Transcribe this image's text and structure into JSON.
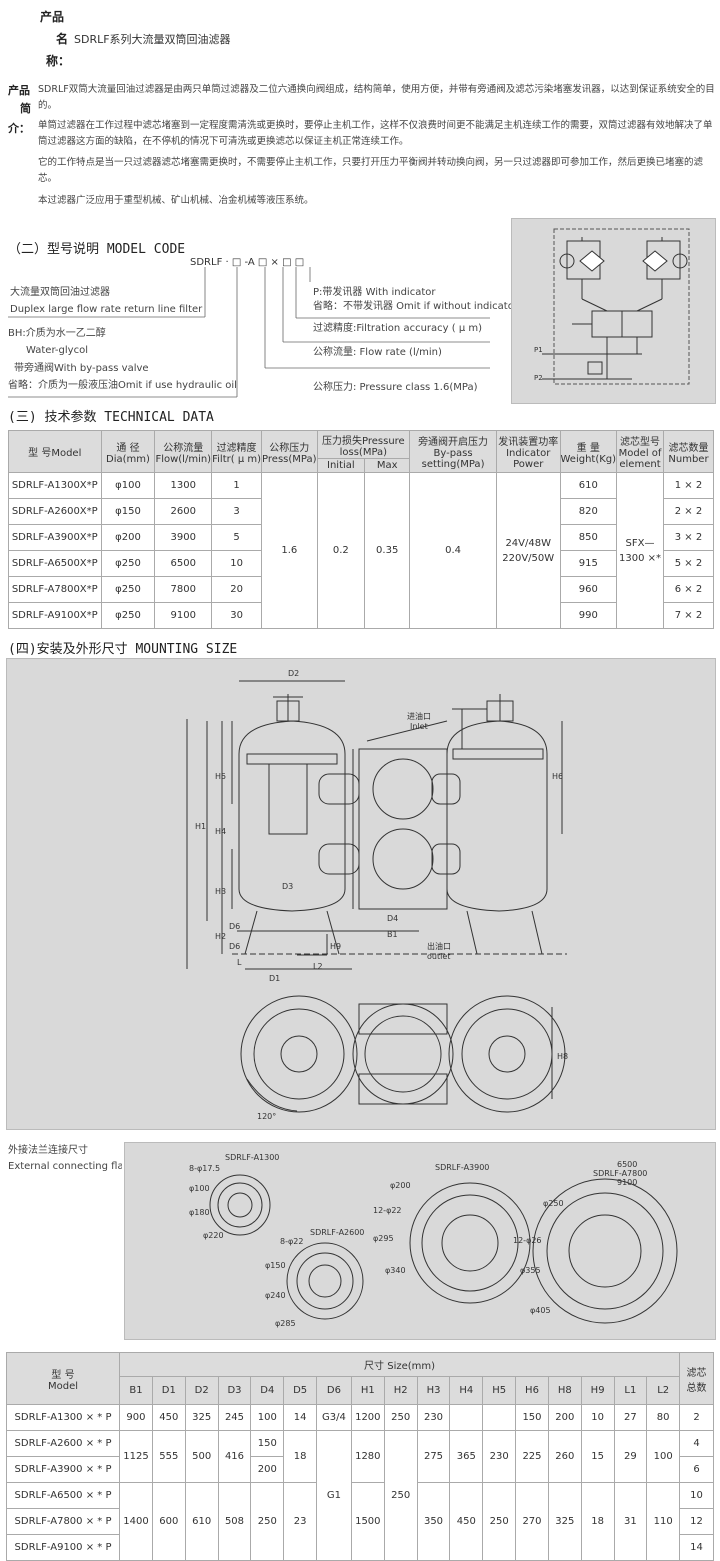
{
  "product": {
    "name_label_1": "产品",
    "name_label_2": "名",
    "name_label_3": "称：",
    "name_value": "SDRLF系列大流量双筒回油滤器",
    "intro_label_1": "产品",
    "intro_label_2": "简",
    "intro_label_3": "介：",
    "intro_paragraphs": [
      "SDRLF双筒大流量回油过滤器是由两只单筒过滤器及二位六通换向阀组成，结构简单，使用方便，并带有旁通阀及滤芯污染堵塞发讯器，以达到保证系统安全的目的。",
      "单筒过滤器在工作过程中滤芯堵塞到一定程度需清洗或更换时，要停止主机工作，这样不仅浪费时间更不能满足主机连续工作的需要，双筒过滤器有效地解决了单筒过滤器这方面的缺陷，在不停机的情况下可清洗或更换滤芯以保证主机正常连续工作。",
      "它的工作特点是当一只过滤器滤芯堵塞需更换时，不需要停止主机工作，只要打开压力平衡阀并转动换向阀，另一只过滤器即可参加工作，然后更换已堵塞的滤芯。",
      "本过滤器广泛应用于重型机械、矿山机械、冶金机械等液压系统。"
    ]
  },
  "model_code": {
    "title": "（二）型号说明 MODEL CODE",
    "code": "SDRLF · □ -A □ × □ □",
    "desc_cn": "大流量双筒回油过滤器",
    "desc_en": "Duplex large flow rate return line filter",
    "bh_line1": "BH:介质为水一乙二醇",
    "bh_line2": "Water-glycol",
    "bypass": "带旁通阀With by-pass valve",
    "omit_medium": "省略：介质为一般液压油Omit  if use hydraulic oil",
    "p_indicator": "P:带发讯器 With indicator",
    "omit_indicator": "省略：不带发讯器 Omit if without indicator",
    "accuracy": "过滤精度:Filtration accuracy ( μ m)",
    "flow": "公称流量: Flow rate (l/min)",
    "pressure": "公称压力:  Pressure class 1.6(MPa)",
    "p1": "P1",
    "p2": "P2"
  },
  "tech": {
    "title": "(三) 技术参数 TECHNICAL DATA",
    "headers": {
      "model": "型  号Model",
      "dia": "通      径Dia(mm)",
      "flow": "公称流量Flow(l/min)",
      "filtr": "过滤精度Filtr( μ m)",
      "press": "公称压力Press(MPa)",
      "ploss": "压力损失Pressure loss(MPa)",
      "initial": "Initial",
      "max": "Max",
      "bypass": "旁通阀开启压力By-pass setting(MPa)",
      "indicator": "发讯装置功率Indicator Power",
      "weight": "重    量Weight(Kg)",
      "element": "滤芯型号Model of element",
      "number": "滤芯数量Number"
    },
    "rows": [
      {
        "model": "SDRLF-A1300X*P",
        "dia": "φ100",
        "flow": "1300",
        "filtr": "1",
        "weight": "610",
        "number": "1 × 2"
      },
      {
        "model": "SDRLF-A2600X*P",
        "dia": "φ150",
        "flow": "2600",
        "filtr": "3",
        "weight": "820",
        "number": "2 × 2"
      },
      {
        "model": "SDRLF-A3900X*P",
        "dia": "φ200",
        "flow": "3900",
        "filtr": "5",
        "weight": "850",
        "number": "3 × 2"
      },
      {
        "model": "SDRLF-A6500X*P",
        "dia": "φ250",
        "flow": "6500",
        "filtr": "10",
        "weight": "915",
        "number": "5 × 2"
      },
      {
        "model": "SDRLF-A7800X*P",
        "dia": "φ250",
        "flow": "7800",
        "filtr": "20",
        "weight": "960",
        "number": "6 × 2"
      },
      {
        "model": "SDRLF-A9100X*P",
        "dia": "φ250",
        "flow": "9100",
        "filtr": "30",
        "weight": "990",
        "number": "7 × 2"
      }
    ],
    "press_value": "1.6",
    "initial_value": "0.2",
    "max_value": "0.35",
    "bypass_value": "0.4",
    "indicator_value_1": "24V/48W",
    "indicator_value_2": "220V/50W",
    "element_value_1": "SFX—",
    "element_value_2": "1300 ×*"
  },
  "mounting": {
    "title": "(四)安装及外形尺寸 MOUNTING SIZE",
    "labels": {
      "d2": "D2",
      "h5": "H5",
      "h1": "H1",
      "h4": "H4",
      "h3": "H3",
      "h2": "H2",
      "d3": "D3",
      "d6a": "D6",
      "d6b": "D6",
      "l": "L",
      "d1": "D1",
      "l2": "L2",
      "h9": "H9",
      "b1": "B1",
      "d4": "D4",
      "h6": "H6",
      "h8": "H8",
      "inlet_cn": "进油口",
      "inlet_en": "Inlet",
      "outlet_cn": "出油口",
      "outlet_en": "outlet",
      "angle": "120°"
    }
  },
  "flange": {
    "label_cn": "外接法兰连接尺寸",
    "label_en": "External connecting flange",
    "a1300": {
      "title": "SDRLF-A1300",
      "bolt": "8-φ17.5",
      "d100": "φ100",
      "d180": "φ180",
      "d220": "φ220"
    },
    "a2600": {
      "title": "SDRLF-A2600",
      "bolt": "8-φ22",
      "d150": "φ150",
      "d240": "φ240",
      "d285": "φ285"
    },
    "a3900": {
      "title": "SDRLF-A3900",
      "bolt": "12-φ22",
      "d200": "φ200",
      "d295": "φ295",
      "d340": "φ340"
    },
    "a6500": {
      "title1": "6500",
      "title2": "SDRLF-A7800",
      "title3": "9100",
      "bolt": "12-φ26",
      "d250": "φ250",
      "d355": "φ355",
      "d405": "φ405"
    }
  },
  "dimensions": {
    "model_header_1": "型      号",
    "model_header_2": "Model",
    "size_header": "尺寸 Size(mm)",
    "count_header_1": "滤芯",
    "count_header_2": "总数",
    "cols": [
      "B1",
      "D1",
      "D2",
      "D3",
      "D4",
      "D5",
      "D6",
      "H1",
      "H2",
      "H3",
      "H4",
      "H5",
      "H6",
      "H8",
      "H9",
      "L1",
      "L2"
    ],
    "r1": {
      "model": "SDRLF-A1300 × * P",
      "b1": "900",
      "d1": "450",
      "d2": "325",
      "d3": "245",
      "d4": "100",
      "d5": "14",
      "d6": "G3/4",
      "h1": "1200",
      "h2": "250",
      "h3": "230",
      "h6": "150",
      "h8": "200",
      "h9": "10",
      "l1": "27",
      "l2": "80",
      "n": "2"
    },
    "r2": {
      "model": "SDRLF-A2600 × * P",
      "d4": "150",
      "n": "4"
    },
    "r3": {
      "model": "SDRLF-A3900 × * P",
      "d4": "200",
      "n": "6"
    },
    "g23": {
      "b1": "1125",
      "d1": "555",
      "d2": "500",
      "d3": "416",
      "d5": "18",
      "h1": "1280",
      "h3": "275",
      "h4": "365",
      "h5": "230",
      "h6": "225",
      "h8": "260",
      "h9": "15",
      "l1": "29",
      "l2": "100"
    },
    "d6_g1": "G1",
    "h2_250": "250",
    "r4": {
      "model": "SDRLF-A6500 × * P",
      "n": "10"
    },
    "r5": {
      "model": "SDRLF-A7800 × * P",
      "n": "12"
    },
    "r6": {
      "model": "SDRLF-A9100 × * P",
      "n": "14"
    },
    "g456": {
      "b1": "1400",
      "d1": "600",
      "d2": "610",
      "d3": "508",
      "d4": "250",
      "d5": "23",
      "h1": "1500",
      "h3": "350",
      "h4": "450",
      "h5": "250",
      "h6": "270",
      "h8": "325",
      "h9": "18",
      "l1": "31",
      "l2": "110"
    }
  }
}
